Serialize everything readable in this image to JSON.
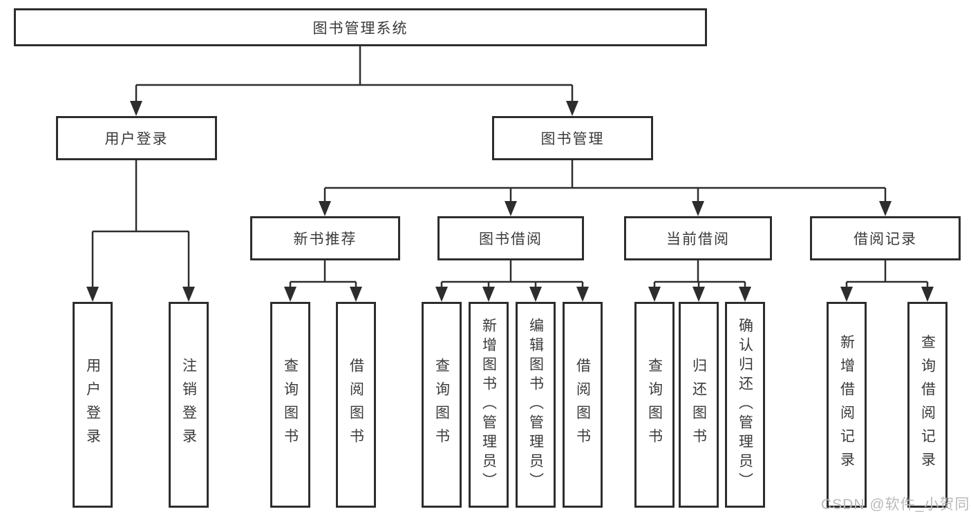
{
  "tree": {
    "root": "图书管理系统",
    "user_login": "用户登录",
    "book_mgmt": "图书管理",
    "new_books": "新书推荐",
    "borrowing": "图书借阅",
    "current": "当前借阅",
    "records": "借阅记录",
    "leaf_login": "用户登录",
    "leaf_logout": "注销登录",
    "leaf_nb_query": "查询图书",
    "leaf_nb_borrow": "借阅图书",
    "leaf_bw_query": "查询图书",
    "leaf_bw_add": "新增图书（管理员）",
    "leaf_bw_edit": "编辑图书（管理员）",
    "leaf_bw_borrow": "借阅图书",
    "leaf_cur_query": "查询图书",
    "leaf_cur_return": "归还图书",
    "leaf_cur_confirm": "确认归还（管理员）",
    "leaf_rec_add": "新增借阅记录",
    "leaf_rec_query": "查询借阅记录"
  },
  "watermark": "CSDN @软件_小贺同学",
  "colors": {
    "line": "#2d2d2d",
    "text": "#3a3a3a",
    "watermark": "#b9b9b9"
  }
}
